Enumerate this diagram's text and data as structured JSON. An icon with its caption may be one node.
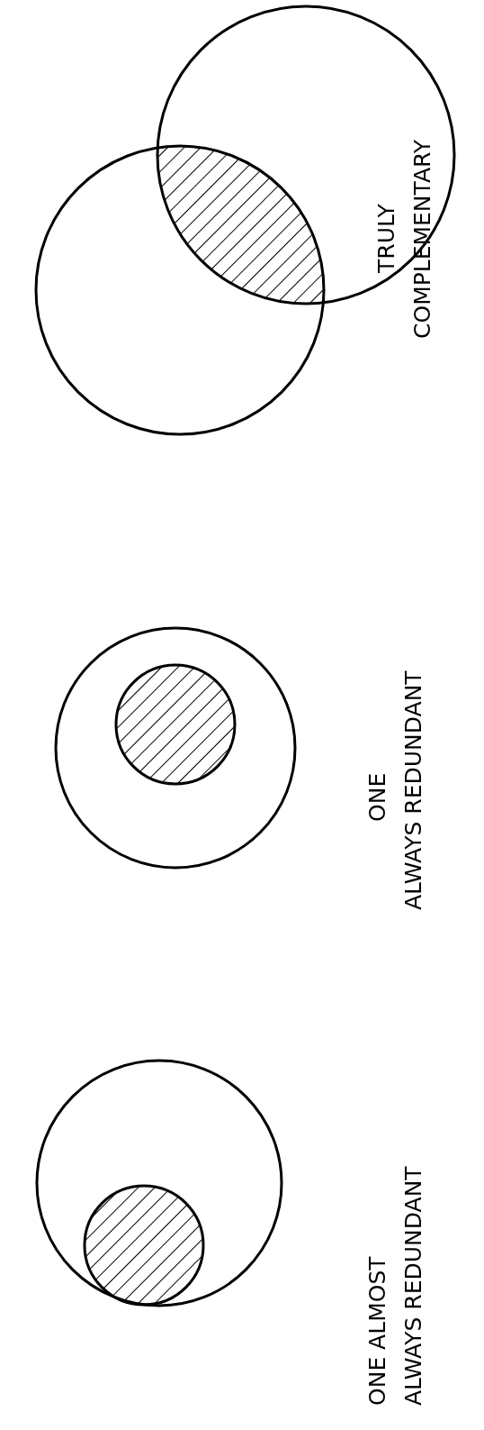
{
  "diagram": {
    "labels": [
      "ONE ALMOST ALWAYS REDUNDANT",
      "ONE ALWAYS REDUNDANT",
      "TRULY COMPLEMENTARY"
    ]
  }
}
